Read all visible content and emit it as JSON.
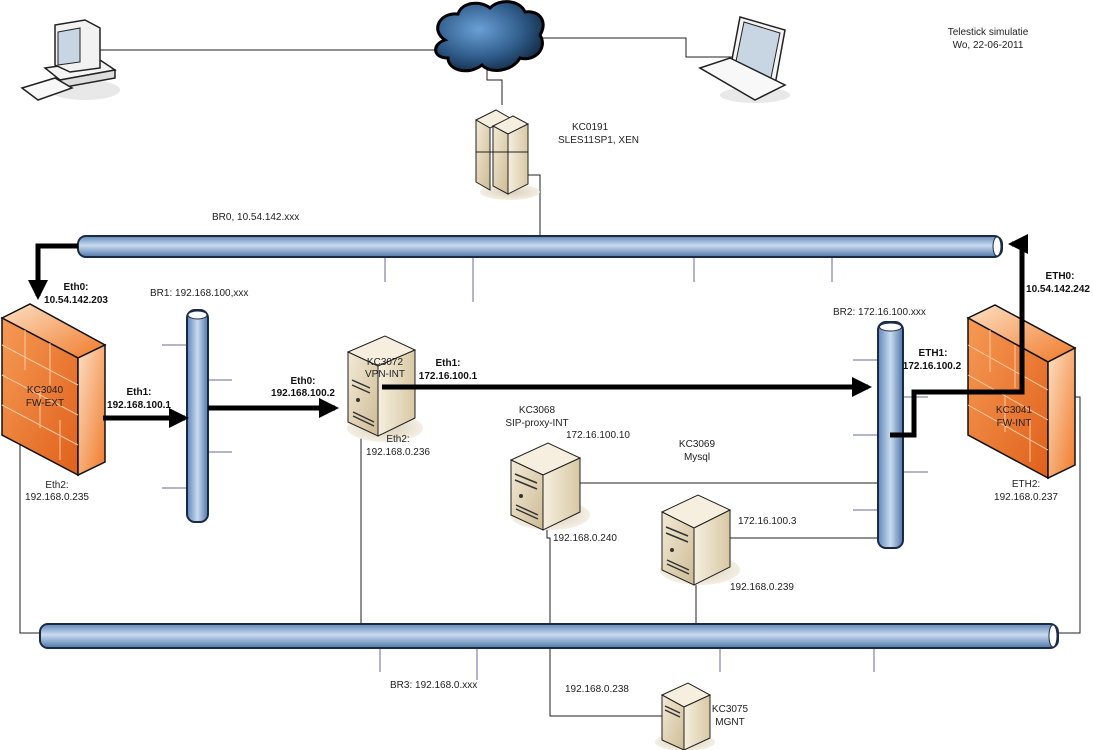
{
  "header": {
    "title": "Telestick simulatie",
    "date": "Wo, 22-06-2011"
  },
  "colors": {
    "bridge_pipe": "#8fb1d9",
    "firewall": "#f07a2a",
    "server": "#e8dcc0",
    "cloud": "#2e5a88",
    "link_thick": "#000000"
  },
  "devices": {
    "desktop": {
      "icon": "desktop-computer-icon"
    },
    "cloud": {
      "icon": "internet-cloud-icon"
    },
    "laptop": {
      "icon": "laptop-icon"
    },
    "kc0191": {
      "name": "KC0191",
      "role": "SLES11SP1, XEN",
      "icon": "server-cluster-icon"
    },
    "kc3040": {
      "name": "KC3040",
      "role": "FW-EXT",
      "icon": "firewall-icon",
      "eth0_label": "Eth0:",
      "eth0_ip": "10.54.142.203",
      "eth1_label": "Eth1:",
      "eth1_ip": "192.168.100.1",
      "eth2_label": "Eth2:",
      "eth2_ip": "192.168.0.235"
    },
    "kc3072": {
      "name": "KC3072",
      "role": "VPN-INT",
      "icon": "server-tower-icon",
      "eth0_label": "Eth0:",
      "eth0_ip": "192.168.100.2",
      "eth1_label": "Eth1:",
      "eth1_ip": "172.16.100.1",
      "eth2_label": "Eth2:",
      "eth2_ip": "192.168.0.236"
    },
    "kc3068": {
      "name": "KC3068",
      "role": "SIP-proxy-INT",
      "icon": "server-tower-icon",
      "ip_int": "172.16.100.10",
      "ip_mgmt": "192.168.0.240"
    },
    "kc3069": {
      "name": "KC3069",
      "role": "Mysql",
      "icon": "server-tower-icon",
      "ip_int": "172.16.100.3",
      "ip_mgmt": "192.168.0.239"
    },
    "kc3041": {
      "name": "KC3041",
      "role": "FW-INT",
      "icon": "firewall-icon",
      "eth0_label": "ETH0:",
      "eth0_ip": "10.54.142.242",
      "eth1_label": "ETH1:",
      "eth1_ip": "172.16.100.2",
      "eth2_label": "ETH2:",
      "eth2_ip": "192.168.0.237"
    },
    "kc3075": {
      "name": "KC3075",
      "role": "MGNT",
      "icon": "server-tower-icon",
      "ip_mgmt": "192.168.0.238"
    }
  },
  "bridges": {
    "br0": {
      "label": "BR0, 10.54.142.xxx"
    },
    "br1": {
      "label": "BR1: 192.168.100,xxx"
    },
    "br2": {
      "label": "BR2: 172.16.100.xxx"
    },
    "br3": {
      "label": "BR3: 192.168.0.xxx"
    }
  }
}
